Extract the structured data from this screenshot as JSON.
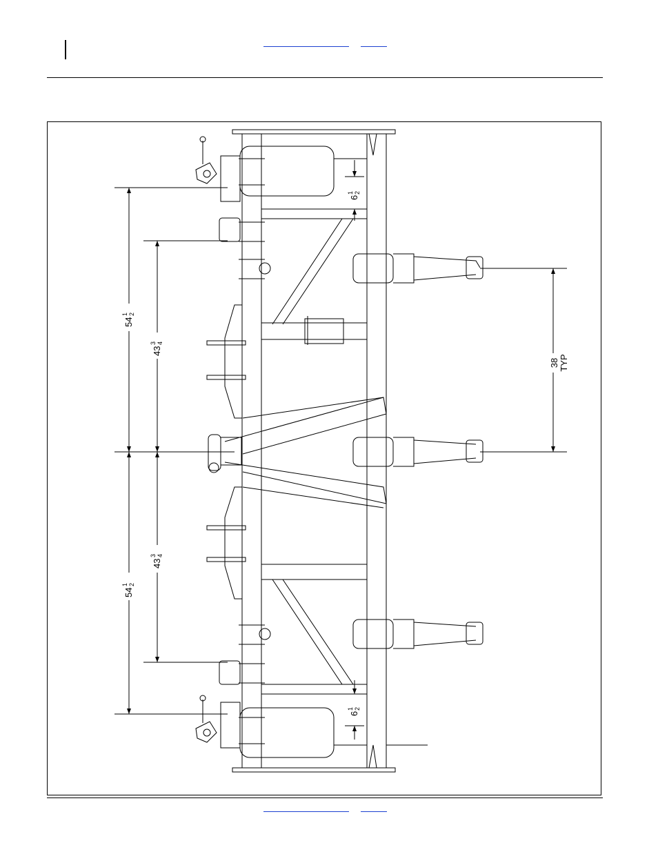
{
  "header": {
    "links": [
      {
        "label": ""
      },
      {
        "label": ""
      }
    ]
  },
  "footer": {
    "links": [
      {
        "label": ""
      },
      {
        "label": ""
      }
    ]
  },
  "figure": {
    "dimensions": {
      "outer_span": "54",
      "inner_span": "43",
      "row_spacing": "38",
      "row_spacing_note": "TYP",
      "end_offset": "6",
      "half_num": "1",
      "half_den": "2",
      "three_num": "3",
      "three_den": "4"
    }
  }
}
